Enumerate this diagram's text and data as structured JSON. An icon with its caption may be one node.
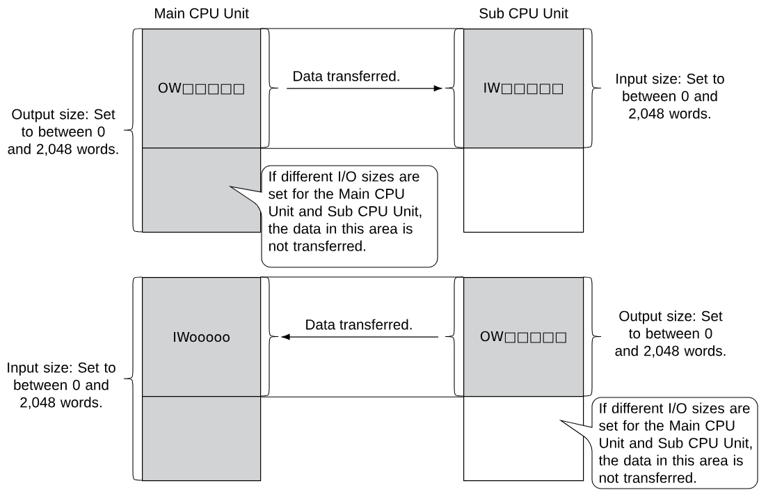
{
  "diagram": {
    "nodes": [
      {
        "text": [
          "OW□□□□□"
        ],
        "beside": [
          "Main CPU Unit"
        ]
      },
      {
        "text": [],
        "shape": "box"
      },
      {
        "text": [
          "IW□□□□□"
        ],
        "beside": [
          "Sub CPU Unit"
        ]
      },
      {
        "text": [],
        "shape": "box"
      },
      {
        "text": [
          "If different I/O sizes are set for the Main CPU Unit and Sub CPU Unit, the data in this area is not transferred."
        ]
      },
      {
        "text": [
          "IWooooo"
        ]
      },
      {
        "text": [],
        "shape": "box"
      },
      {
        "text": [
          "OW□□□□□"
        ]
      },
      {
        "text": [],
        "shape": "box"
      },
      {
        "text": [
          "If different I/O sizes are set for the Main CPU Unit and Sub CPU Unit, the data in this area is not transferred."
        ]
      }
    ],
    "edges": [
      {
        "from": 0,
        "to": 2,
        "arrow": "to",
        "label": "Data transferred."
      },
      {
        "from": 0,
        "to": 2,
        "arrow": "none"
      },
      {
        "from": 0,
        "to": 2,
        "arrow": "none"
      },
      {
        "from": 7,
        "to": 5,
        "arrow": "to",
        "label": "Data transferred."
      },
      {
        "from": 5,
        "to": 7,
        "arrow": "none"
      },
      {
        "from": 5,
        "to": 7,
        "arrow": "none"
      }
    ],
    "labels": [
      "Output size: Set to between 0 and 2,048 words.",
      "Input size: Set to between 0 and 2,048 words.",
      "Input size: Set to between 0 and 2,048 words.",
      "Output size: Set to between 0 and 2,048 words."
    ]
  }
}
